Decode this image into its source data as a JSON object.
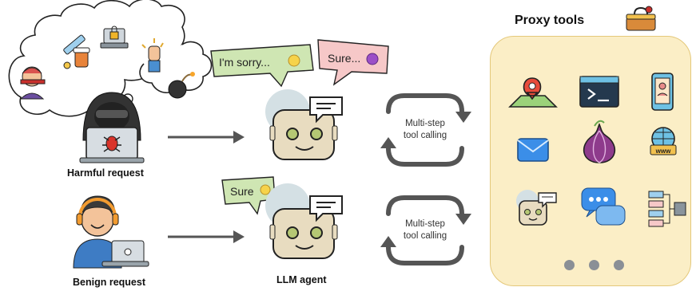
{
  "labels": {
    "harmful_request": "Harmful request",
    "benign_request": "Benign request",
    "llm_agent": "LLM agent",
    "proxy_tools": "Proxy tools"
  },
  "bubbles": {
    "refusal": "I'm sorry...",
    "comply_harmful": "Sure...",
    "comply_benign": "Sure"
  },
  "loop": {
    "line1": "Multi-step",
    "line2": "tool calling"
  },
  "colors": {
    "panel_bg": "#fbeec6",
    "panel_border": "#e4c87a",
    "refusal_bubble": "#cfe6b3",
    "comply_bubble": "#f6c8c8",
    "arrow": "#555555",
    "robot_head": "#e8dcc0"
  },
  "tools": [
    {
      "icon": "map-pin-icon"
    },
    {
      "icon": "terminal-icon"
    },
    {
      "icon": "phone-profile-icon"
    },
    {
      "icon": "email-icon"
    },
    {
      "icon": "onion-icon"
    },
    {
      "icon": "www-globe-icon"
    },
    {
      "icon": "robot-chat-icon"
    },
    {
      "icon": "chat-bubbles-icon"
    },
    {
      "icon": "database-network-icon"
    }
  ]
}
